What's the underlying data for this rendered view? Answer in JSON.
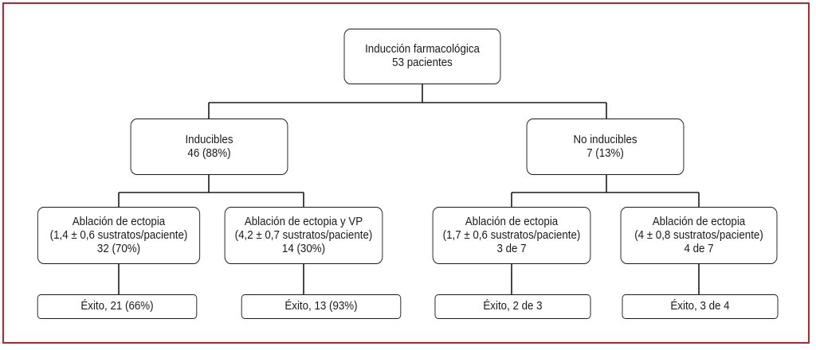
{
  "colors": {
    "frame": "#c8202a",
    "line": "#1a1a1a"
  },
  "root": {
    "line1": "Inducción farmacológica",
    "line2": "53 pacientes"
  },
  "inducibles": {
    "line1": "Inducibles",
    "line2": "46 (88%)"
  },
  "no_inducibles": {
    "line1": "No inducibles",
    "line2": "7 (13%)"
  },
  "ind_ablation": {
    "line1": "Ablación de ectopia",
    "line2": "(1,4 ± 0,6 sustratos/paciente)",
    "line3": "32 (70%)"
  },
  "ind_ablation_vp": {
    "line1": "Ablación de ectopia y VP",
    "line2": "(4,2 ± 0,7 sustratos/paciente)",
    "line3": "14 (30%)"
  },
  "noind_ablation_a": {
    "line1": "Ablación de ectopia",
    "line2": "(1,7 ± 0,6 sustratos/paciente)",
    "line3": "3 de 7"
  },
  "noind_ablation_b": {
    "line1": "Ablación de ectopia",
    "line2": "(4 ± 0,8 sustratos/paciente)",
    "line3": "4 de 7"
  },
  "outcomes": {
    "a": "Éxito, 21 (66%)",
    "b": "Éxito, 13 (93%)",
    "c": "Éxito, 2 de 3",
    "d": "Éxito, 3 de 4"
  }
}
